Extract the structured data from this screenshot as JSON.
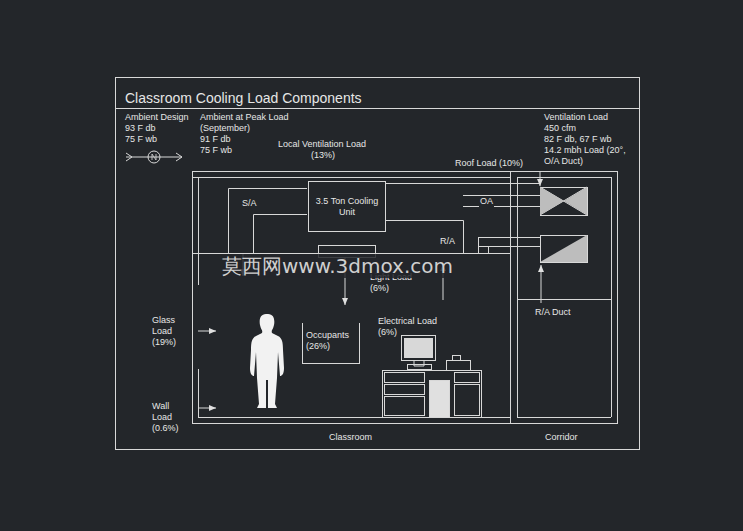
{
  "diagram": {
    "title": "Classroom Cooling Load Components",
    "nodes": [
      {
        "text": [
          "Classroom"
        ]
      },
      {
        "text": [
          "Corridor"
        ]
      },
      {
        "text": [
          "3.5 Ton Cooling Unit"
        ],
        "in": 0
      },
      {
        "text": [
          "Occupants (26%)"
        ],
        "in": 0
      }
    ],
    "labels": [
      "Ambient Design",
      "93 F db",
      "75 F wb",
      "Ambient at Peak Load",
      "(September)",
      "91 F db",
      "75 F wb",
      "Local Ventilation Load",
      "(13%)",
      "Ventilation Load",
      "450 cfm",
      "82 F db, 67 F wb",
      "14.2 mbh Load (20°,",
      "O/A Duct)",
      "Roof Load (10%)",
      "S/A",
      "OA",
      "R/A",
      "Light Load",
      "(6%)",
      "Glass",
      "Load",
      "(19%)",
      "Electrical Load",
      "(6%)",
      "Wall",
      "Load",
      "(0.6%)",
      "R/A Duct",
      "莫西网www.3dmox.com"
    ]
  }
}
